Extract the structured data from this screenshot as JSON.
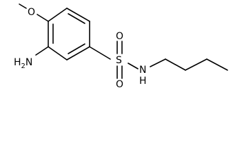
{
  "molecule": {
    "type": "chemical-structure",
    "atoms": {
      "methoxy_o": "O",
      "amine": "H2N",
      "sulfur": "S",
      "sulfonyl_o_top": "O",
      "sulfonyl_o_bottom": "O",
      "sulfonamide_n": "N",
      "sulfonamide_h": "H"
    },
    "amine_parts": {
      "h": "H",
      "sub": "2",
      "n": "N"
    }
  }
}
